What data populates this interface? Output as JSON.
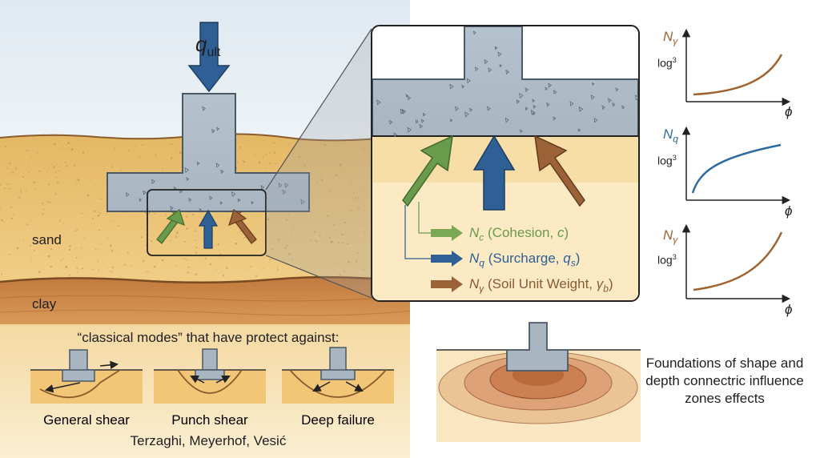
{
  "main": {
    "load_label_q": "q",
    "load_label_sub": "ult",
    "layer_sand": "sand",
    "layer_clay": "clay"
  },
  "modes": {
    "title": "“classical modes” that have protect against:",
    "items": [
      "General shear",
      "Punch shear",
      "Deep failure"
    ],
    "authors": "Terzaghi, Meyerhof, Vesić"
  },
  "factors": [
    {
      "symbol": "N",
      "sub": "c",
      "text": " (Cohesion, ",
      "param": "c",
      "param_sub": "",
      "close": ")",
      "color": "#6a9a4c"
    },
    {
      "symbol": "N",
      "sub": "q",
      "text": " (Surcharge, ",
      "param": "q",
      "param_sub": "s",
      "close": ")",
      "color": "#2e5f95"
    },
    {
      "symbol": "N",
      "sub": "γ",
      "text": " (Soil Unit Weight, ",
      "param": "γ",
      "param_sub": "b",
      "close": ")",
      "color": "#8a5a34"
    }
  ],
  "graphs": [
    {
      "title_n": "N",
      "title_sub": "γ",
      "log": "log",
      "log_sup": "3",
      "phi": "ϕ",
      "color": "#a0622e",
      "shape": "exp"
    },
    {
      "title_n": "N",
      "title_sub": "q",
      "log": "log",
      "log_sup": "3",
      "phi": "ϕ",
      "color": "#2e6a9e",
      "shape": "sqrt"
    },
    {
      "title_n": "N",
      "title_sub": "γ",
      "log": "log",
      "log_sup": "3",
      "phi": "ϕ",
      "color": "#a0622e",
      "shape": "convex"
    }
  ],
  "influence": {
    "text": "Foundations of shape and depth connectric influence zones effects"
  }
}
